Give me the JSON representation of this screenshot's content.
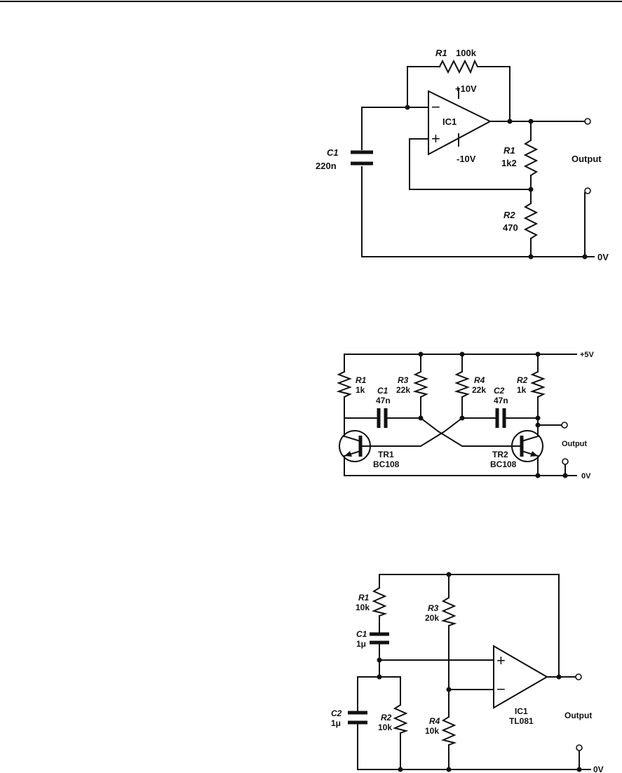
{
  "circuit1": {
    "feedback_resistor": {
      "name": "R1",
      "value": "100k"
    },
    "opamp": {
      "name": "IC1",
      "supply_pos": "+10V",
      "supply_neg": "-10V",
      "inv_sign": "−",
      "noninv_sign": "+"
    },
    "capacitor": {
      "name": "C1",
      "value": "220n"
    },
    "divider_top": {
      "name": "R1",
      "value": "1k2"
    },
    "divider_bottom": {
      "name": "R2",
      "value": "470"
    },
    "output_label": "Output",
    "ground_label": "0V"
  },
  "circuit2": {
    "supply_label": "+5V",
    "resistors": [
      {
        "name": "R1",
        "value": "1k"
      },
      {
        "name": "R3",
        "value": "22k"
      },
      {
        "name": "R4",
        "value": "22k"
      },
      {
        "name": "R2",
        "value": "1k"
      }
    ],
    "capacitors": [
      {
        "name": "C1",
        "value": "47n"
      },
      {
        "name": "C2",
        "value": "47n"
      }
    ],
    "transistors": [
      {
        "name": "TR1",
        "part": "BC108"
      },
      {
        "name": "TR2",
        "part": "BC108"
      }
    ],
    "output_label": "Output",
    "ground_label": "0V"
  },
  "circuit3": {
    "r1": {
      "name": "R1",
      "value": "10k"
    },
    "c1": {
      "name": "C1",
      "value": "1μ"
    },
    "r3": {
      "name": "R3",
      "value": "20k"
    },
    "c2": {
      "name": "C2",
      "value": "1μ"
    },
    "r2": {
      "name": "R2",
      "value": "10k"
    },
    "r4": {
      "name": "R4",
      "value": "10k"
    },
    "opamp": {
      "name": "IC1",
      "part": "TL081",
      "noninv_sign": "+",
      "inv_sign": "−"
    },
    "output_label": "Output",
    "ground_label": "0V"
  }
}
